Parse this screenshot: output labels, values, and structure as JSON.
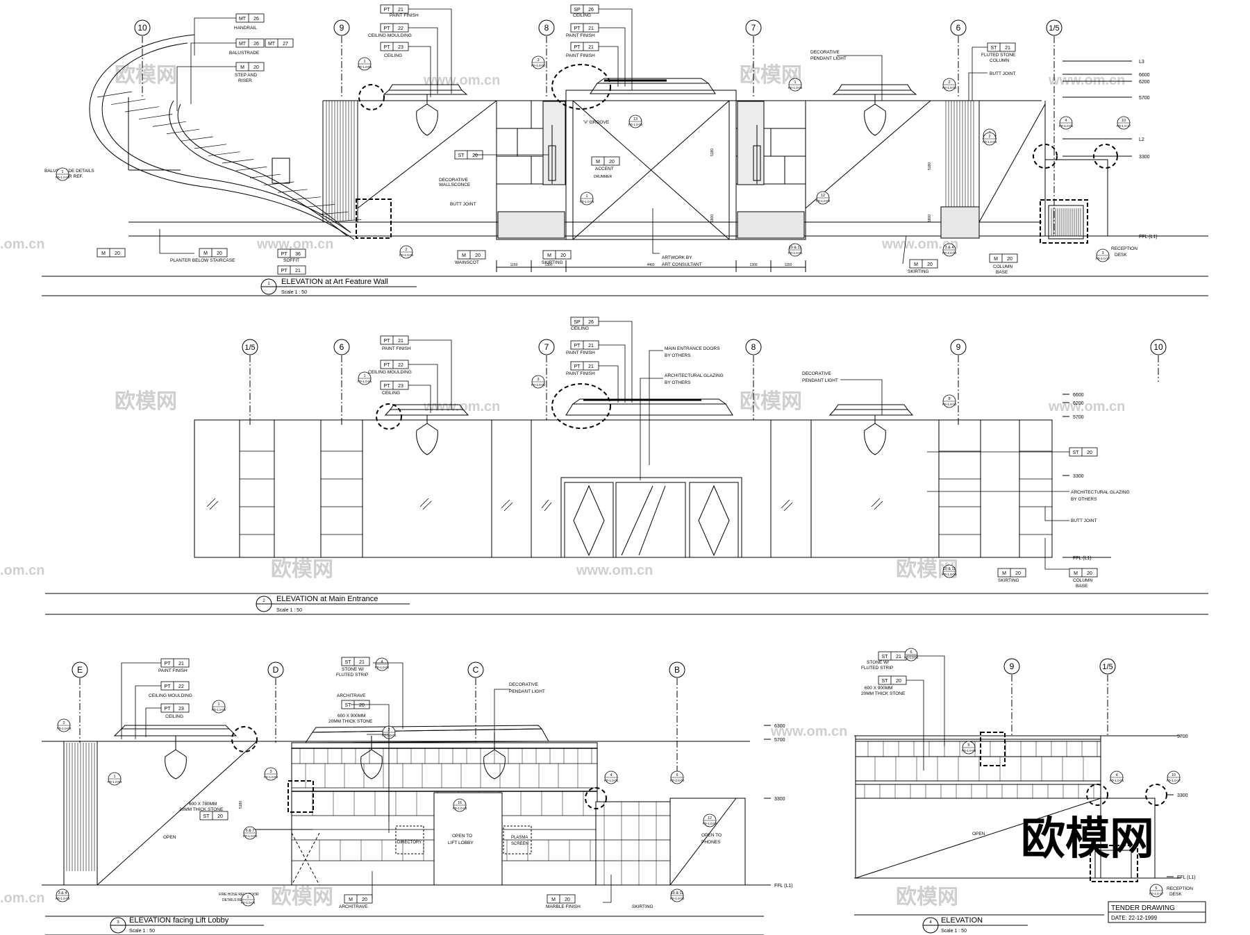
{
  "watermark": {
    "brand": "欧模网",
    "site": "www.om.cn",
    "suffix": ".om.cn"
  },
  "e1": {
    "title": "ELEVATION at Art Feature Wall",
    "scale": "Scale 1 : 50",
    "num": "1",
    "grids": [
      "10",
      "9",
      "8",
      "7",
      "6",
      "1/5"
    ],
    "tags": {
      "mt26": [
        "MT",
        "26"
      ],
      "mt26b": [
        "MT",
        "26"
      ],
      "mt27": [
        "MT",
        "27"
      ],
      "m20a": [
        "M",
        "20"
      ],
      "pt21": [
        "PT",
        "21"
      ],
      "pt22": [
        "PT",
        "22"
      ],
      "pt23": [
        "PT",
        "23"
      ],
      "sp26": [
        "SP",
        "26"
      ],
      "pt21b": [
        "PT",
        "21"
      ],
      "pt21c": [
        "PT",
        "21"
      ],
      "st20": [
        "ST",
        "20"
      ],
      "m20acc": [
        "M",
        "20"
      ],
      "m20l": [
        "M",
        "20"
      ],
      "m20p": [
        "M",
        "20"
      ],
      "pt36": [
        "PT",
        "36"
      ],
      "pt21d": [
        "PT",
        "21"
      ],
      "m20w": [
        "M",
        "20"
      ],
      "m20s": [
        "M",
        "20"
      ],
      "st21": [
        "ST",
        "21"
      ],
      "m20sk": [
        "M",
        "20"
      ],
      "m20cb": [
        "M",
        "20"
      ]
    },
    "labels": {
      "handrail": "HANDRAIL",
      "balustrade": "BALUSTRADE",
      "step1": "STEP AND",
      "step2": "RISER",
      "paint": "PAINT FINISH",
      "moulding": "CEILING MOULDING",
      "ceiling": "CEILING",
      "ceiling2": "CEILING",
      "paint2": "PAINT FINISH",
      "paint3": "PAINT FINISH",
      "vgroove": "'V' GROOVE",
      "accent1": "ACCENT",
      "accent2": "DRUMMER",
      "deco1": "DECORATIVE",
      "deco2": "WALLSCONCE",
      "butt": "BUTT JOINT",
      "bal1": "BALUSTRADE DETAILS",
      "bal2": "FOR REF.",
      "planter": "PLANTER BELOW STAIRCASE",
      "soffit": "SOFFIT",
      "wainscot": "WAINSCOT",
      "skirting": "SKIRTING",
      "art1": "ARTWORK BY",
      "art2": "ART CONSULTANT",
      "pend1": "DECORATIVE",
      "pend2": "PENDANT LIGHT",
      "fl1": "FLUTED STONE",
      "fl2": "COLUMN",
      "butt2": "BUTT JOINT",
      "skirting2": "SKIRTING",
      "cb1": "COLUMN",
      "cb2": "BASE",
      "rec1": "RECEPTION",
      "rec2": "DESK"
    },
    "levels": [
      "L3",
      "6600",
      "6200",
      "5700",
      "L2",
      "3300",
      "FFL (L1)"
    ],
    "dims": [
      "1150",
      "1300",
      "4460",
      "1300",
      "1150",
      "5180",
      "5180",
      "1800",
      "1800"
    ],
    "refs": {
      "r1": [
        "1",
        "FD-1.0-05"
      ],
      "r2": [
        "3",
        "FD-1.0-02"
      ],
      "r3": [
        "13",
        "FD-1.0-03"
      ],
      "r4": [
        "1",
        "FD-1.0-03"
      ],
      "r5": [
        "2",
        "FD-1.0-03"
      ],
      "r6": [
        "1",
        "FD-1.0-01"
      ],
      "r7": [
        "3",
        "FD-1.0-03"
      ],
      "r8": [
        "12",
        "FD-1.0-03"
      ],
      "r9": [
        "10 & 11",
        "FD-1.0-03"
      ],
      "r10": [
        "2",
        "FD-1.0-06"
      ],
      "r11": [
        "1",
        "FD-1.0-03"
      ],
      "r12": [
        "4",
        "FD-1.0-05"
      ],
      "r13": [
        "10",
        "FD-1.0-17"
      ],
      "r14": [
        "3 & 4",
        "FD-1.0-03"
      ],
      "r15": [
        "3",
        "FD-1.0-17"
      ],
      "r16": [
        "2",
        "FD-1.0-03"
      ]
    }
  },
  "e2": {
    "title": "ELEVATION at Main Entrance",
    "scale": "Scale 1 : 50",
    "num": "2",
    "grids": [
      "1/5",
      "6",
      "7",
      "8",
      "9",
      "10"
    ],
    "tags": {
      "sp26": [
        "SP",
        "26"
      ],
      "pt21": [
        "PT",
        "21"
      ],
      "pt21b": [
        "PT",
        "21"
      ],
      "pt21c": [
        "PT",
        "21"
      ],
      "pt22": [
        "PT",
        "22"
      ],
      "pt23": [
        "PT",
        "23"
      ],
      "st20": [
        "ST",
        "20"
      ],
      "m20s": [
        "M",
        "20"
      ],
      "m20c": [
        "M",
        "20"
      ]
    },
    "labels": {
      "ceiling": "CEILING",
      "paint": "PAINT FINISH",
      "paint2": "PAINT FINISH",
      "paint3": "PAINT FINISH",
      "moulding": "CEILING MOULDING",
      "ceiling2": "CEILING",
      "doors1": "MAIN ENTRANCE DOORS",
      "doors2": "BY OTHERS",
      "glaz1": "ARCHITECTURAL GLAZING",
      "glaz2": "BY OTHERS",
      "pend1": "DECORATIVE",
      "pend2": "PENDANT LIGHT",
      "glaz3": "ARCHITECTURAL GLAZING",
      "glaz4": "BY OTHERS",
      "butt": "BUTT JOINT",
      "skirting": "SKIRTING",
      "cb1": "COLUMN",
      "cb2": "BASE"
    },
    "levels": [
      "6600",
      "6200",
      "5700",
      "3300",
      "FFL (L1)"
    ],
    "refs": {
      "r1": [
        "1",
        "FD-1.0-05"
      ],
      "r2": [
        "3",
        "FD-1.0-02"
      ],
      "r3": [
        "8",
        "FD-1.0-03"
      ],
      "r4": [
        "10 & 11",
        "FD-1.0-03"
      ]
    }
  },
  "e3": {
    "title": "ELEVATION facing Lift Lobby",
    "scale": "Scale 1 : 50",
    "num": "3",
    "grids": [
      "E",
      "D",
      "C",
      "B"
    ],
    "tags": {
      "pt21": [
        "PT",
        "21"
      ],
      "pt22": [
        "PT",
        "22"
      ],
      "pt23": [
        "PT",
        "23"
      ],
      "st21": [
        "ST",
        "21"
      ],
      "st20": [
        "ST",
        "20"
      ],
      "st20b": [
        "ST",
        "20"
      ],
      "m20a": [
        "M",
        "20"
      ],
      "m20m": [
        "M",
        "20"
      ]
    },
    "labels": {
      "paint": "PAINT FINISH",
      "moulding": "CEILING MOULDING",
      "ceiling": "CEILING",
      "stone1": "STONE W/",
      "stone2": "FLUTED STRIP",
      "arch": "ARCHITRAVE",
      "thick1": "600 X 900MM",
      "thick2": "20MM THICK STONE",
      "pend1": "DECORATIVE",
      "pend2": "PENDANT LIGHT",
      "thick3": "600 X 780MM",
      "thick4": "20MM THICK STONE",
      "open": "OPEN",
      "lift1": "OPEN TO",
      "lift2": "LIFT LOBBY",
      "dir": "DIRECTORY",
      "pl1": "PLASMA",
      "pl2": "SCREEN",
      "ph1": "OPEN TO",
      "ph2": "PHONES",
      "fire1": "FIRE HOSE REEL DOOR",
      "fire2": "DETAILS REFER",
      "arch2": "ARCHITRAVE",
      "marble": "MARBLE FINISH",
      "skirting": "SKIRTING"
    },
    "levels": [
      "6300",
      "5700",
      "3300",
      "FFL (L1)"
    ],
    "dims": [
      "5180"
    ],
    "refs": {
      "r1": [
        "2",
        "FD-1.0-03"
      ],
      "r2": [
        "1",
        "FD-1.0-05"
      ],
      "r3": [
        "1",
        "FD-1.0-03"
      ],
      "r4": [
        "3",
        "FD-1.0-03"
      ],
      "r5": [
        "4",
        "FD-1.0-03"
      ],
      "r6": [
        "6",
        "FD-1.0-03"
      ],
      "r7": [
        "16",
        "FD-1.0-03"
      ],
      "r8": [
        "6 & 7",
        "FD-1.0-03"
      ],
      "r9": [
        "4",
        "FD-1.0-05"
      ],
      "r10": [
        "12",
        "FD-1.0-03"
      ],
      "r11": [
        "3 & 4",
        "FD-1.0-03"
      ],
      "r12": [
        "10 & 11",
        "FD-1.0-03"
      ],
      "r13": [
        "1",
        "FD-1.0-04"
      ],
      "r14": [
        "2",
        "FD-1.0-03"
      ]
    }
  },
  "e4": {
    "title": "ELEVATION",
    "scale": "Scale 1 : 50",
    "num": "4",
    "grids": [
      "9",
      "1/5"
    ],
    "tags": {
      "st21": [
        "ST",
        "21"
      ],
      "st20": [
        "ST",
        "20"
      ]
    },
    "labels": {
      "stone1": "STONE W/",
      "stone2": "FLUTED STRIP",
      "thick1": "600 X 900MM",
      "thick2": "20MM THICK STONE",
      "open": "OPEN",
      "rec1": "RECEPTION",
      "rec2": "DESK"
    },
    "levels": [
      "5700",
      "3300",
      "FFL (L1)"
    ],
    "refs": {
      "r1": [
        "6",
        "FD-1.0-03"
      ],
      "r2": [
        "5",
        "FD-1.0-03"
      ],
      "r3": [
        "4",
        "FD-1.0-05"
      ],
      "r4": [
        "10",
        "FD-1.0-17"
      ],
      "r5": [
        "6",
        "FD-1.0-17"
      ]
    }
  },
  "tender": {
    "title": "TENDER DRAWING",
    "date": "DATE: 22-12-1999"
  }
}
